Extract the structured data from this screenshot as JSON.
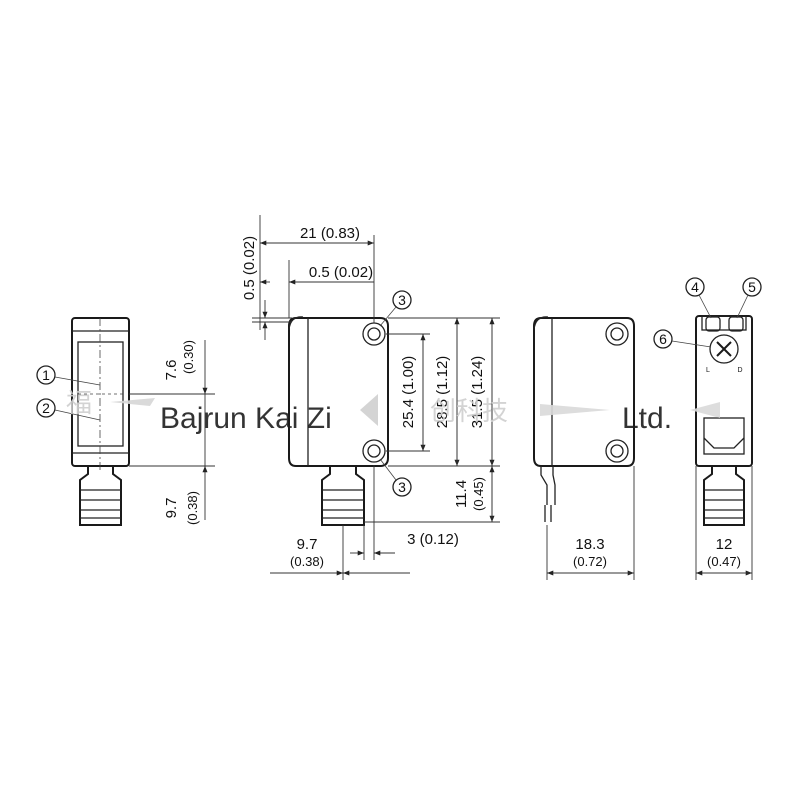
{
  "dimensions": {
    "width_top": "21 (0.83)",
    "offset_top": "0.5 (0.02)",
    "offset_left_vertical": "0.5 (0.02)",
    "front_7_6": "7.6",
    "front_0_30": "(0.30)",
    "front_9_7": "9.7",
    "front_0_38": "(0.38)",
    "hole_spacing": "25.4 (1.00)",
    "height_28_5": "28.5 (1.12)",
    "height_31_5": "31.5 (1.24)",
    "height_11_4": "11.4",
    "height_0_45": "(0.45)",
    "bottom_9_7": "9.7",
    "bottom_0_38": "(0.38)",
    "bottom_3": "3 (0.12)",
    "depth_18_3": "18.3",
    "depth_0_72": "(0.72)",
    "width_12": "12",
    "width_0_47": "(0.47)"
  },
  "callouts": [
    "1",
    "2",
    "3",
    "3",
    "4",
    "5",
    "6"
  ],
  "adjust_labels": {
    "left": "L",
    "right": "D"
  },
  "watermark": {
    "left_cjk": "福",
    "name": "Bajrun Kai Zi",
    "mid_cjk": "创科技",
    "suffix": "Ltd."
  }
}
